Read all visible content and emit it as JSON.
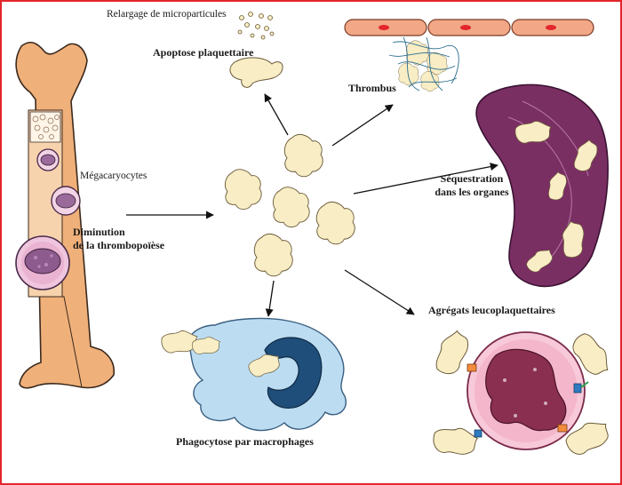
{
  "labels": {
    "microparticles": "Relargage de microparticules",
    "apoptosis": "Apoptose plaquettaire",
    "thrombus": "Thrombus",
    "sequestration_line1": "Séquestration",
    "sequestration_line2": "dans les organes",
    "megakaryocytes": "Mégacaryocytes",
    "diminution_line1": "Diminution",
    "diminution_line2": "de la thrombopoïèse",
    "aggregates": "Agrégats leucoplaquettaires",
    "phagocytosis": "Phagocytose par macrophages"
  },
  "colors": {
    "frame": "#e3262b",
    "bone": "#f0b07a",
    "platelet": "#f8edc4",
    "spleen": "#7a2f63",
    "macrophage": "#bcdcf2",
    "nucleus": "#1f4e7a",
    "leukocyte": "#f7c9d9",
    "megakaryocyte": "#9a6a9a",
    "endothelium": "#f2a887"
  }
}
